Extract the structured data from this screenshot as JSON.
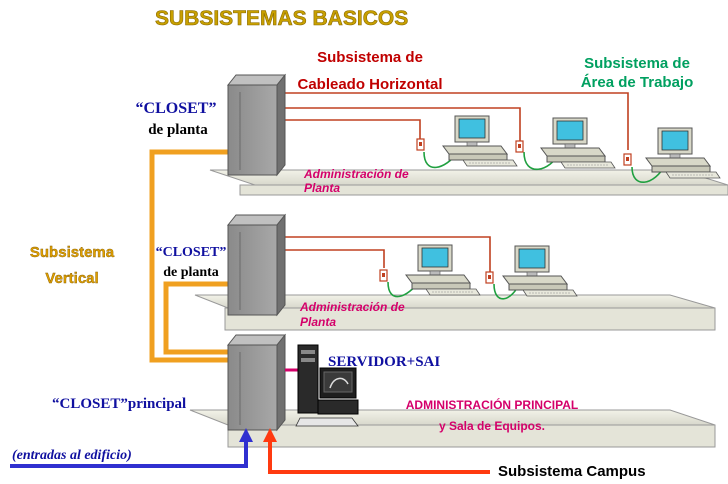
{
  "title": "SUBSISTEMAS BASICOS",
  "labels": {
    "horizontal_line1": "Subsistema de",
    "horizontal_line2": "Cableado Horizontal",
    "work_area_line1": "Subsistema de",
    "work_area_line2": "Área de Trabajo",
    "closet_top_line1": "“CLOSET”",
    "closet_top_line2": "de planta",
    "closet_mid_line1": "“CLOSET”",
    "closet_mid_line2": "de planta",
    "vertical_line1": "Subsistema",
    "vertical_line2": "Vertical",
    "admin_top_line1": "Administración de",
    "admin_top_line2": "Planta",
    "admin_mid_line1": "Administración de",
    "admin_mid_line2": "Planta",
    "server": "SERVIDOR+SAI",
    "closet_main": "“CLOSET”principal",
    "admin_main_line1": "ADMINISTRACIÓN PRINCIPAL",
    "admin_main_line2": "y  Sala de Equipos.",
    "building_entries": "(entradas al edificio)",
    "campus": "Subsistema Campus"
  },
  "colors": {
    "title": "#c8a000",
    "horizontal": "#c00000",
    "work_area": "#00a060",
    "vertical": "#e0a000",
    "admin": "#d4006a",
    "closet_text": "#1010a0",
    "cable_red": "#c04020",
    "cable_green": "#20a040",
    "riser": "#f0a020",
    "entry_blue": "#3030d0",
    "campus_red": "#ff3a10"
  }
}
